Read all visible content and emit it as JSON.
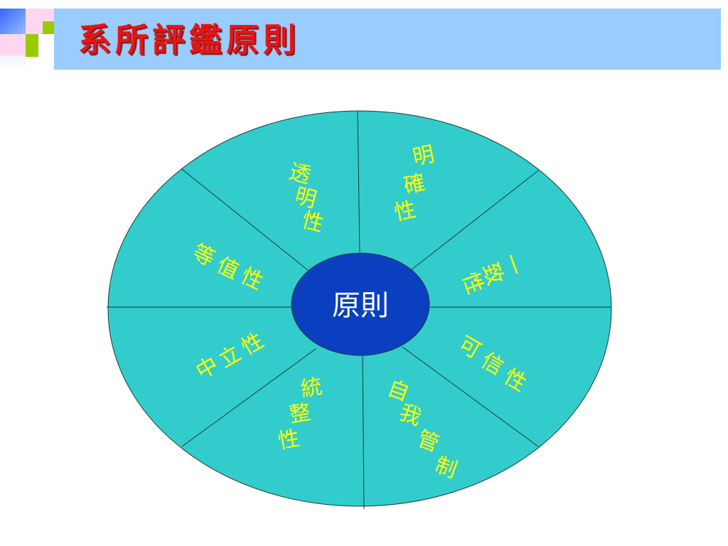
{
  "title": "系所評鑑原則",
  "center": "原則",
  "segments": [
    {
      "id": "transparency",
      "label": "透明性"
    },
    {
      "id": "clarity",
      "label": "明確性"
    },
    {
      "id": "consistency",
      "label": "一致性"
    },
    {
      "id": "credibility",
      "label": "可信性"
    },
    {
      "id": "self-management",
      "label": "自我管制"
    },
    {
      "id": "integration",
      "label": "統整性"
    },
    {
      "id": "neutrality",
      "label": "中立性"
    },
    {
      "id": "equivalence",
      "label": "等值性"
    }
  ],
  "colors": {
    "title_bar": "#99ccff",
    "title_text": "#e81414",
    "wheel_fill": "#33cccc",
    "hub_fill": "#0a3fc0",
    "label_text": "#ffff00"
  }
}
